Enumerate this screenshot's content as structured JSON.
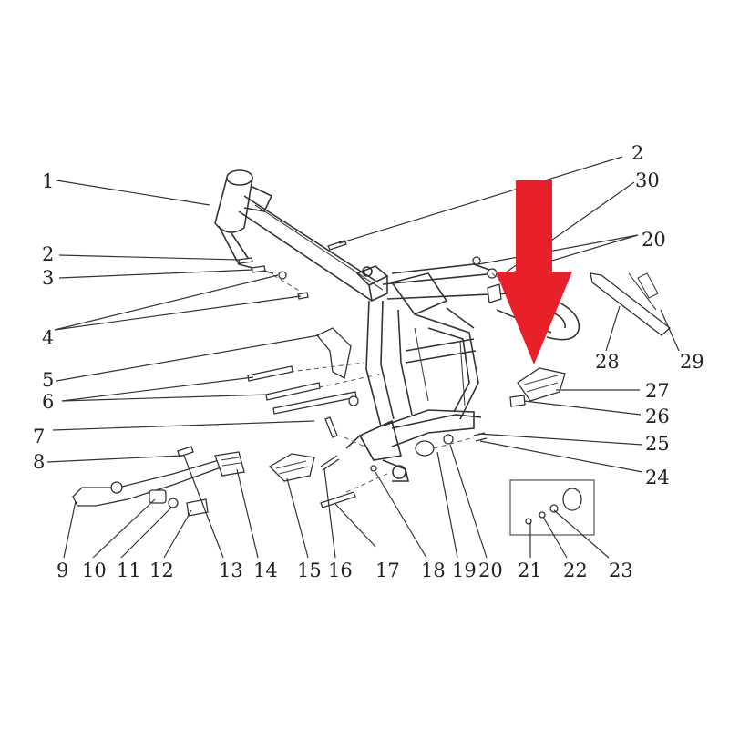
{
  "diagram": {
    "callouts": [
      {
        "id": "c1",
        "text": "1"
      },
      {
        "id": "c2a",
        "text": "2"
      },
      {
        "id": "c2b",
        "text": "2"
      },
      {
        "id": "c3",
        "text": "3"
      },
      {
        "id": "c4",
        "text": "4"
      },
      {
        "id": "c5",
        "text": "5"
      },
      {
        "id": "c6",
        "text": "6"
      },
      {
        "id": "c7",
        "text": "7"
      },
      {
        "id": "c8",
        "text": "8"
      },
      {
        "id": "c9",
        "text": "9"
      },
      {
        "id": "c10",
        "text": "10"
      },
      {
        "id": "c11",
        "text": "11"
      },
      {
        "id": "c12",
        "text": "12"
      },
      {
        "id": "c13",
        "text": "13"
      },
      {
        "id": "c14",
        "text": "14"
      },
      {
        "id": "c15",
        "text": "15"
      },
      {
        "id": "c16",
        "text": "16"
      },
      {
        "id": "c17",
        "text": "17"
      },
      {
        "id": "c18",
        "text": "18"
      },
      {
        "id": "c19",
        "text": "19"
      },
      {
        "id": "c20a",
        "text": "20"
      },
      {
        "id": "c20b",
        "text": "20"
      },
      {
        "id": "c21",
        "text": "21"
      },
      {
        "id": "c22",
        "text": "22"
      },
      {
        "id": "c23",
        "text": "23"
      },
      {
        "id": "c24",
        "text": "24"
      },
      {
        "id": "c25",
        "text": "25"
      },
      {
        "id": "c26",
        "text": "26"
      },
      {
        "id": "c27",
        "text": "27"
      },
      {
        "id": "c28",
        "text": "28"
      },
      {
        "id": "c29",
        "text": "29"
      },
      {
        "id": "c30",
        "text": "30"
      }
    ],
    "highlight_color": "#e8202a",
    "highlight_target": "27"
  }
}
